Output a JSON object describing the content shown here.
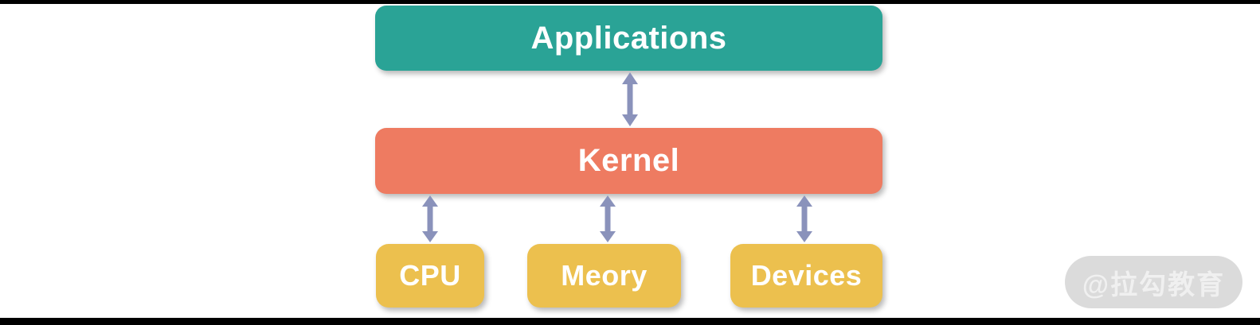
{
  "page": {
    "background_color": "#FFFFFF",
    "top_border_color": "#000000",
    "bottom_border_color": "#000000"
  },
  "diagram": {
    "arrow_color": "#8A92BB",
    "applications": {
      "label": "Applications",
      "color": "#2AA396",
      "text_color": "#FFFFFF"
    },
    "kernel": {
      "label": "Kernel",
      "color": "#EE7B61",
      "text_color": "#FFFFFF"
    },
    "hardware": [
      {
        "label": "CPU",
        "color": "#ECC04E",
        "text_color": "#FFFFFF"
      },
      {
        "label": "Meory",
        "color": "#ECC04E",
        "text_color": "#FFFFFF"
      },
      {
        "label": "Devices",
        "color": "#ECC04E",
        "text_color": "#FFFFFF"
      }
    ],
    "connections": [
      {
        "from": "Applications",
        "to": "Kernel",
        "bidirectional": true
      },
      {
        "from": "Kernel",
        "to": "CPU",
        "bidirectional": true
      },
      {
        "from": "Kernel",
        "to": "Meory",
        "bidirectional": true
      },
      {
        "from": "Kernel",
        "to": "Devices",
        "bidirectional": true
      }
    ]
  },
  "watermark": {
    "label": "@拉勾教育",
    "background_color": "#DBDBDB",
    "text_color": "#F0F0F0"
  }
}
